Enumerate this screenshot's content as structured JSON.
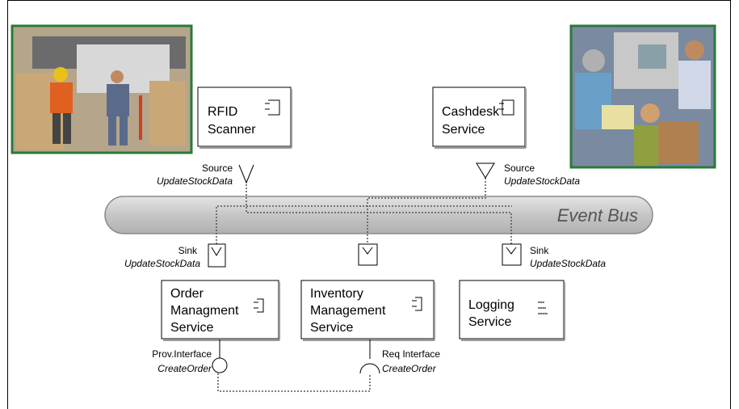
{
  "event_bus": {
    "label": "Event Bus"
  },
  "components": {
    "rfid": {
      "line1": "RFID",
      "line2": "Scanner"
    },
    "cashdesk": {
      "line1": "Cashdesk",
      "line2": "Service"
    },
    "order": {
      "line1": "Order",
      "line2": "Managment",
      "line3": "Service"
    },
    "inventory": {
      "line1": "Inventory",
      "line2": "Management",
      "line3": "Service"
    },
    "logging": {
      "line1": "Logging",
      "line2": "Service"
    }
  },
  "ports": {
    "rfid_source": {
      "role": "Source",
      "name": "UpdateStockData"
    },
    "cashdesk_source": {
      "role": "Source",
      "name": "UpdateStockData"
    },
    "order_sink": {
      "role": "Sink",
      "name": "UpdateStockData"
    },
    "logging_sink": {
      "role": "Sink",
      "name": "UpdateStockData"
    },
    "order_prov": {
      "role": "Prov.Interface",
      "name": "CreateOrder"
    },
    "inventory_req": {
      "role": "Req Interface",
      "name": "CreateOrder"
    }
  },
  "colors": {
    "photo_border": "#2a7a3a",
    "bus_fill": "#c8c8c8",
    "bus_stroke": "#8a8a8a"
  }
}
